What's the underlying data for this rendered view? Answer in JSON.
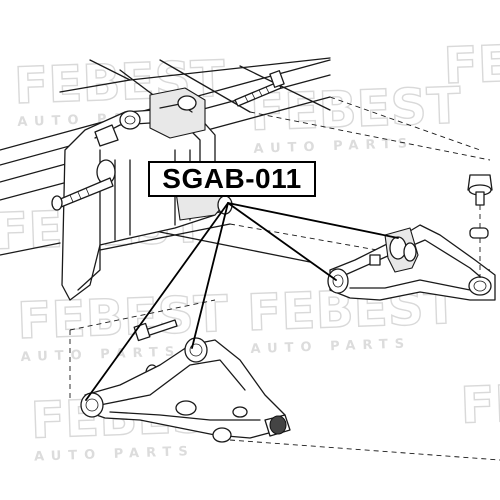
{
  "part_number": "SGAB-011",
  "watermark": {
    "brand": "FEBEST",
    "tagline": "AUTO PARTS"
  }
}
